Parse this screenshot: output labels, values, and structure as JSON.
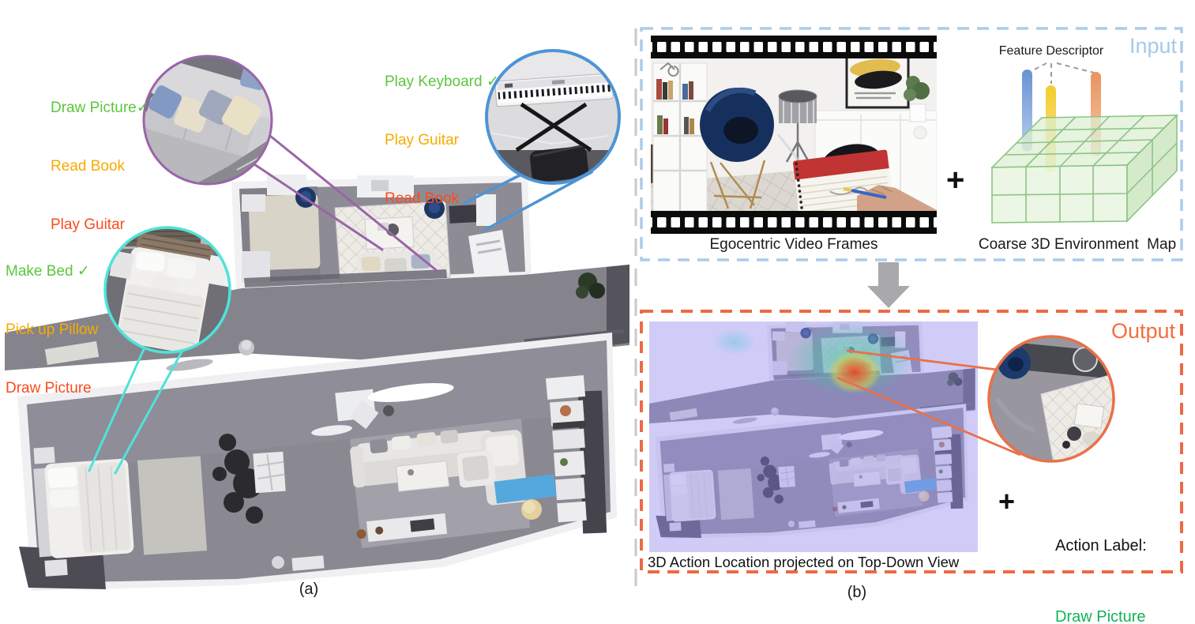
{
  "panel_a": {
    "label": "(a)",
    "callouts": [
      {
        "name": "sofa",
        "border_color": "#9c64a8",
        "actions": [
          {
            "text": "Draw Picture✓",
            "color": "#5cc63e"
          },
          {
            "text": "Read Book",
            "color": "#f7ab00"
          },
          {
            "text": "Play Guitar",
            "color": "#fb4b1d"
          }
        ]
      },
      {
        "name": "keyboard",
        "border_color": "#4e94d4",
        "actions": [
          {
            "text": "Play Keyboard ✓",
            "color": "#5cc63e"
          },
          {
            "text": "Play Guitar",
            "color": "#f7ab00"
          },
          {
            "text": "Read Book",
            "color": "#fb4b1d"
          }
        ]
      },
      {
        "name": "bed",
        "border_color": "#4fe3d9",
        "actions": [
          {
            "text": "Make Bed ✓",
            "color": "#5cc63e"
          },
          {
            "text": "Pick up Pillow",
            "color": "#f7ab00"
          },
          {
            "text": "Draw Picture",
            "color": "#fb4b1d"
          }
        ]
      }
    ]
  },
  "panel_b": {
    "label": "(b)",
    "input": {
      "title": "Input",
      "title_color": "#a6c9ec",
      "border_color": "#abccea",
      "feature_label": "Feature Descriptor",
      "film_caption": "Egocentric Video Frames",
      "plus": "+",
      "map_caption": "Coarse 3D Environment  Map",
      "bar_colors": [
        "#6792d4",
        "#f3cd2e",
        "#e9945e"
      ]
    },
    "output": {
      "title": "Output",
      "title_color": "#f0703f",
      "border_color": "#ec6a45",
      "caption": "3D Action Location projected on Top-Down View",
      "plus": "+",
      "action_label_title": "Action Label:",
      "action_label_value": "Draw Picture",
      "action_label_color": "#0fb358"
    }
  }
}
